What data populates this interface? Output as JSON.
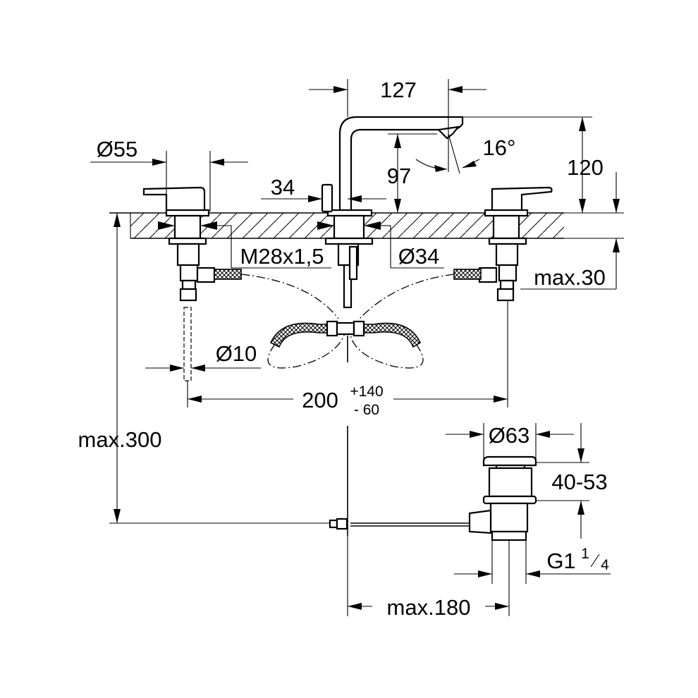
{
  "dimensions": {
    "spout_reach": "127",
    "spout_height": "120",
    "aerator_height": "97",
    "spout_angle": "16°",
    "handle_diameter": "Ø55",
    "pop_up_rod": "34",
    "thread": "M28x1,5",
    "spout_hole": "Ø34",
    "max_deck": "max.30",
    "hose_diameter": "Ø10",
    "spread_main": "200",
    "spread_plus": "+140",
    "spread_minus": "-  60",
    "max_length": "max.300",
    "drain_diameter": "Ø63",
    "drain_height": "40-53",
    "drain_thread": "G1",
    "drain_thread_num": "1",
    "drain_thread_den": "4",
    "max_rod": "max.180"
  }
}
